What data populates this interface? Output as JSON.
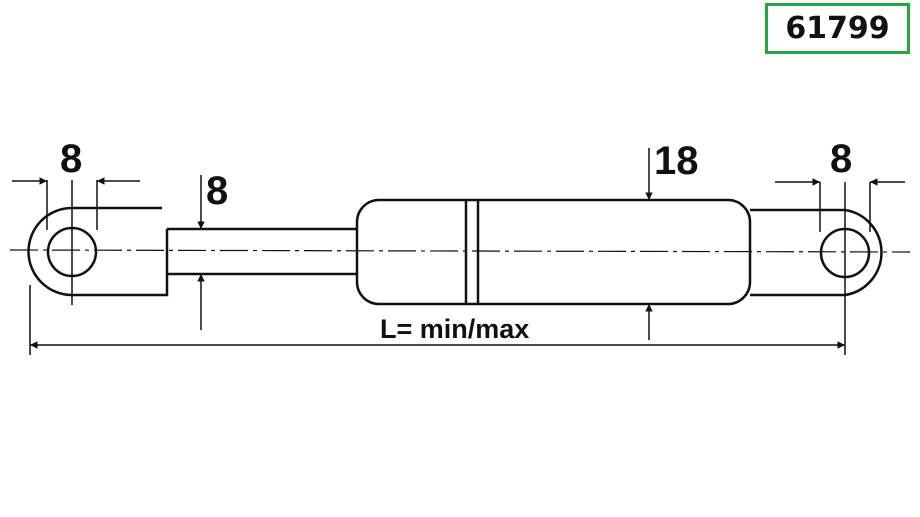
{
  "part_number": "61799",
  "dimensions": {
    "left_eye_hole": "8",
    "rod_diameter": "8",
    "cylinder_diameter": "18",
    "right_eye_hole": "8",
    "length": "L= min/max"
  },
  "colors": {
    "frame": "#22a83f",
    "ink": "#111111"
  }
}
